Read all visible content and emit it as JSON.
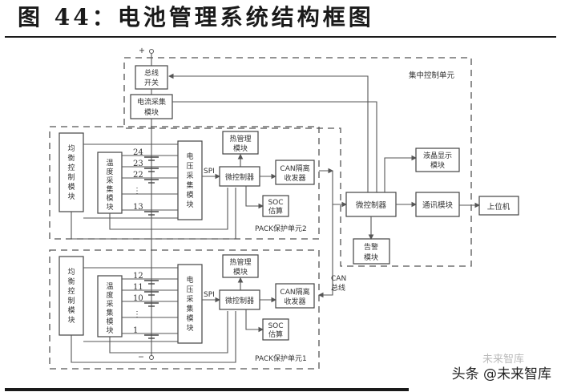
{
  "figure": {
    "title": "图 44：电池管理系统结构框图"
  },
  "central_unit": {
    "label": "集中控制单元",
    "main_switch": [
      "总线",
      "开关"
    ],
    "current_sampling": [
      "电流采集",
      "模块"
    ],
    "mcu": "微控制器",
    "lcd": [
      "液晶显示",
      "模块"
    ],
    "comm": "通讯模块",
    "alarm": [
      "告警",
      "模块"
    ],
    "host": "上位机",
    "can_bus": [
      "CAN",
      "总线"
    ]
  },
  "pack2": {
    "label": "PACK保护单元2",
    "balance": [
      "均",
      "衡",
      "控",
      "制",
      "模",
      "块"
    ],
    "temp": [
      "温",
      "度",
      "采",
      "集",
      "模",
      "块"
    ],
    "voltage": [
      "电",
      "压",
      "采",
      "集",
      "模",
      "块"
    ],
    "cells": [
      "24",
      "23",
      "22",
      "⋮",
      "13"
    ],
    "thermal": [
      "热管理",
      "模块"
    ],
    "mcu": "微控制器",
    "can": [
      "CAN隔离",
      "收发器"
    ],
    "soc": [
      "SOC",
      "估算"
    ],
    "spi": "SPI"
  },
  "pack1": {
    "label": "PACK保护单元1",
    "balance": [
      "均",
      "衡",
      "控",
      "制",
      "模",
      "块"
    ],
    "temp": [
      "温",
      "度",
      "采",
      "集",
      "模",
      "块"
    ],
    "voltage": [
      "电",
      "压",
      "采",
      "集",
      "模",
      "块"
    ],
    "cells": [
      "12",
      "11",
      "10",
      "⋮",
      "1"
    ],
    "thermal": [
      "热管理",
      "模块"
    ],
    "mcu": "微控制器",
    "can": [
      "CAN隔离",
      "收发器"
    ],
    "soc": [
      "SOC",
      "估算"
    ],
    "spi": "SPI"
  },
  "terminals": {
    "plus": "+",
    "minus": "−"
  },
  "watermark": {
    "text": "头条 @未来智库",
    "ghost": "未来智库"
  }
}
